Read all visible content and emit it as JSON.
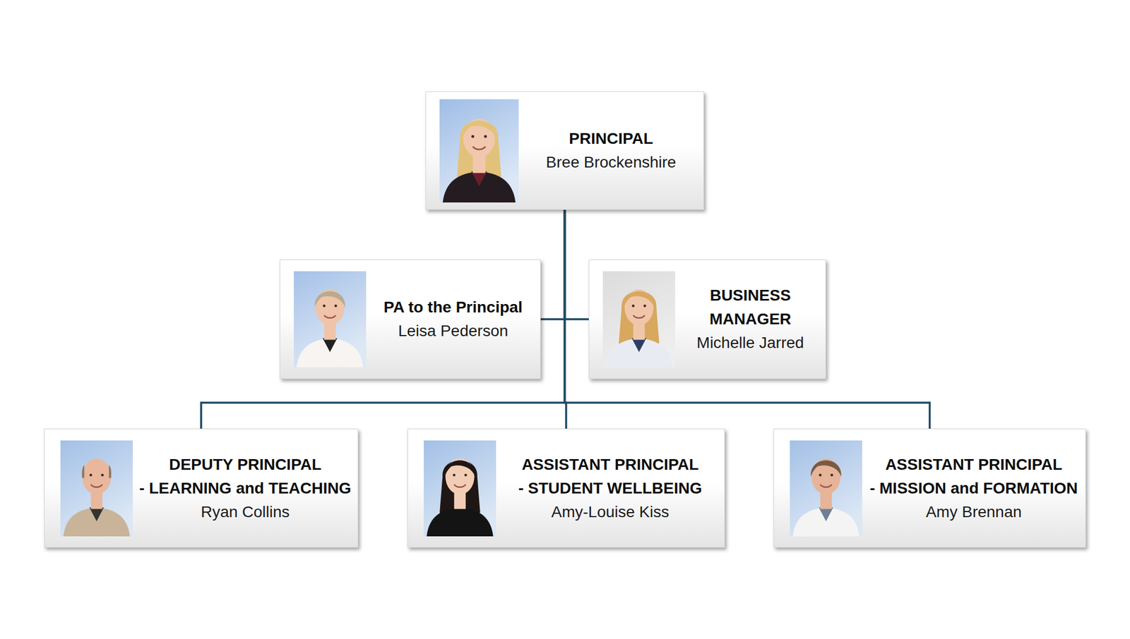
{
  "diagram": {
    "nodes": [
      {
        "text": [
          "PRINCIPAL",
          "Bree Brockenshire"
        ]
      },
      {
        "text": [
          "PA to the Principal",
          "Leisa Pederson"
        ]
      },
      {
        "text": [
          "BUSINESS MANAGER",
          "Michelle Jarred"
        ]
      },
      {
        "text": [
          "DEPUTY PRINCIPAL - LEARNING and TEACHING",
          "Ryan Collins"
        ]
      },
      {
        "text": [
          "ASSISTANT PRINCIPAL - STUDENT WELLBEING",
          "Amy-Louise Kiss"
        ]
      },
      {
        "text": [
          "ASSISTANT PRINCIPAL - MISSION and FORMATION",
          "Amy Brennan"
        ]
      }
    ],
    "edges": [
      {
        "from": 0,
        "to": 1,
        "arrow": "none"
      },
      {
        "from": 0,
        "to": 2,
        "arrow": "none"
      },
      {
        "from": 0,
        "to": 3,
        "arrow": "none"
      },
      {
        "from": 0,
        "to": 4,
        "arrow": "none"
      },
      {
        "from": 0,
        "to": 5,
        "arrow": "none"
      }
    ]
  }
}
